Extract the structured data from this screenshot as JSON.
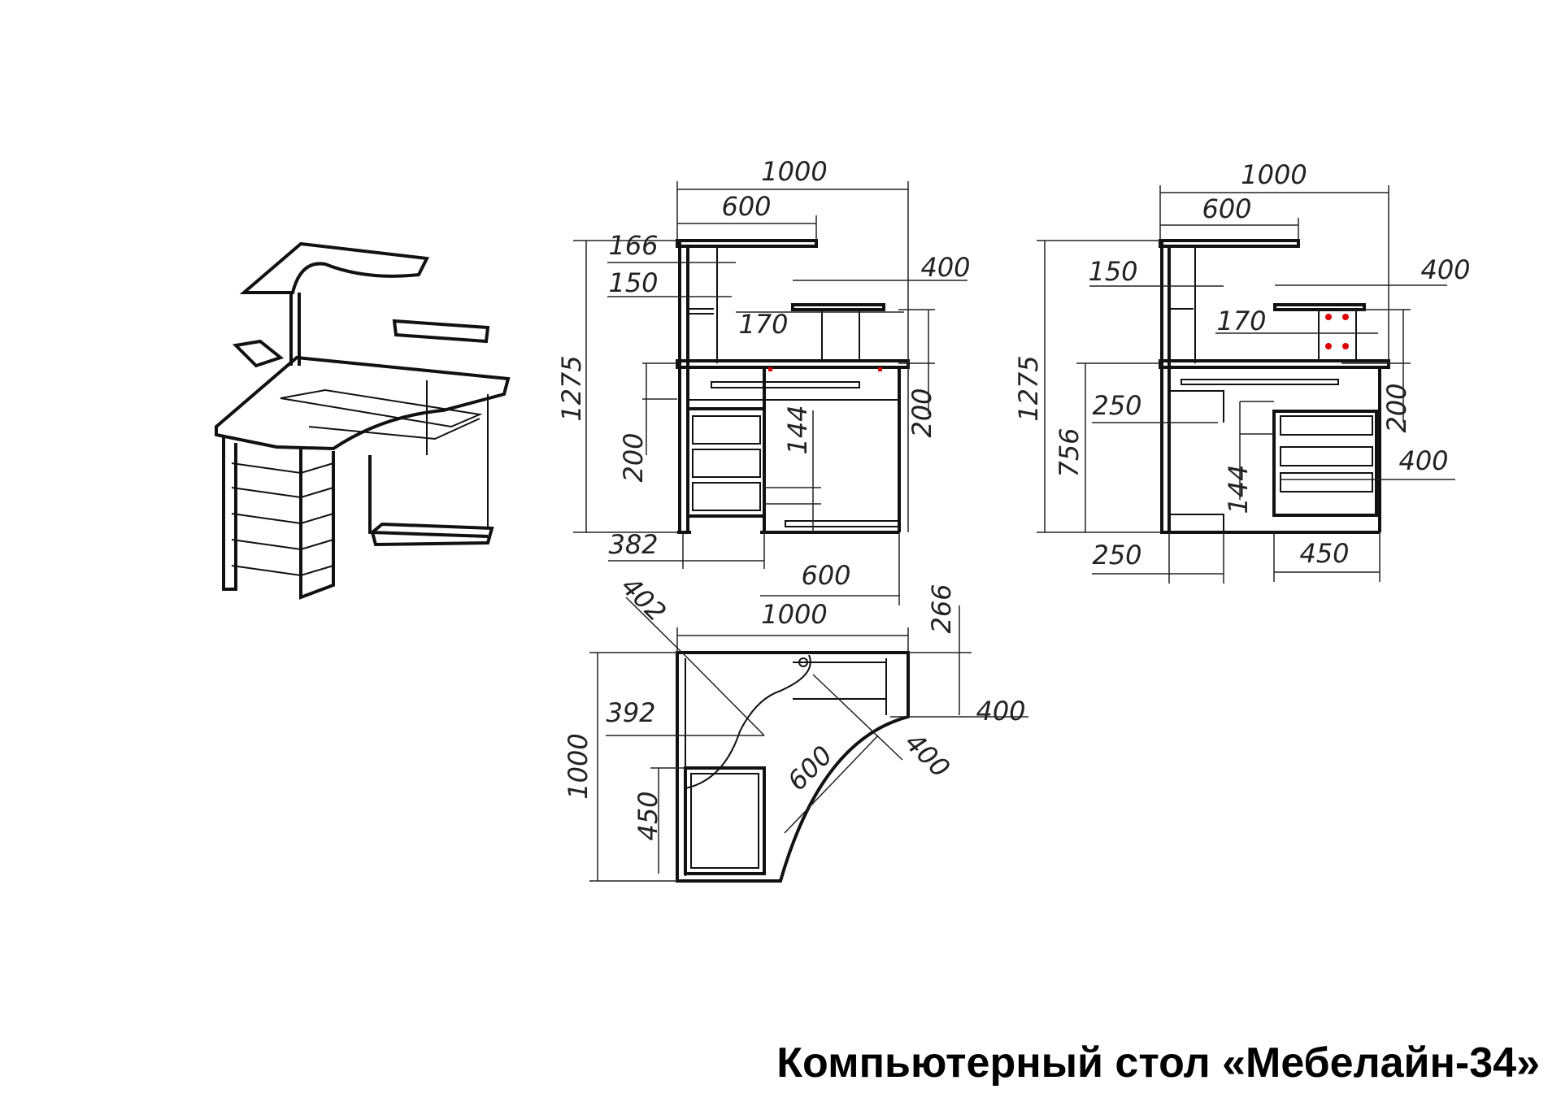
{
  "title": "Компьютерный стол «Мебелайн-34»",
  "front_view": {
    "width_total": "1000",
    "width_top_shelf": "600",
    "dim_166": "166",
    "dim_150": "150",
    "shelf_width": "400",
    "dim_170": "170",
    "height_total": "1275",
    "dim_200_left": "200",
    "dim_144": "144",
    "dim_200_right": "200",
    "dim_382": "382",
    "dim_600_bottom": "600"
  },
  "back_view": {
    "width_total": "1000",
    "width_top_shelf": "600",
    "dim_150": "150",
    "shelf_width": "400",
    "dim_170": "170",
    "height_total": "1275",
    "height_desk": "756",
    "dim_250_top": "250",
    "dim_144": "144",
    "dim_200": "200",
    "dim_400_drawer": "400",
    "dim_250_bottom": "250",
    "dim_450": "450"
  },
  "plan_view": {
    "dim_402": "402",
    "width_total": "1000",
    "dim_266": "266",
    "dim_392": "392",
    "dim_400_right": "400",
    "depth_total": "1000",
    "dim_400_diag": "400",
    "dim_600_diag": "600",
    "dim_450": "450"
  }
}
